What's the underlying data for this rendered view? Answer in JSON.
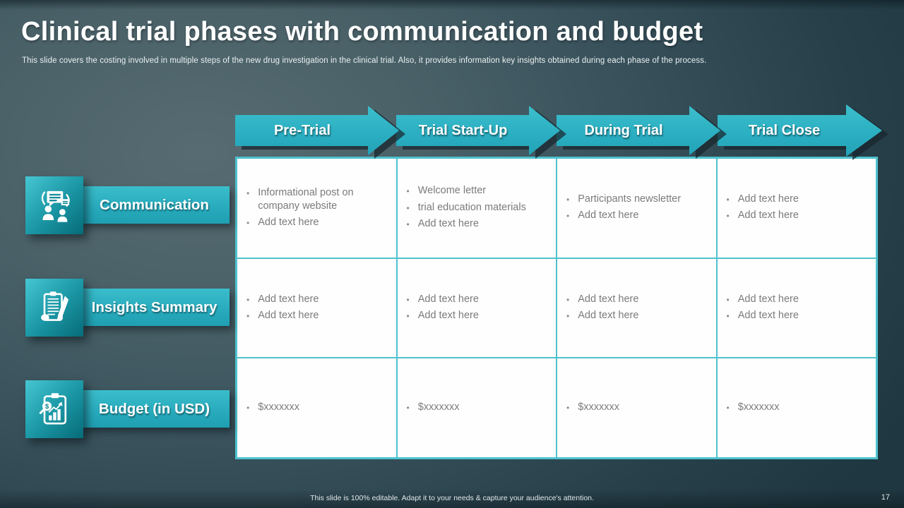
{
  "slide": {
    "title": "Clinical trial phases with communication and budget",
    "subtitle": "This slide covers the costing involved in multiple steps of the new drug investigation in the clinical trial. Also, it provides information key insights obtained during each phase of the process.",
    "footer": "This slide is 100% editable. Adapt it to your needs & capture your audience's attention.",
    "page_number": "17"
  },
  "colors": {
    "accent_teal": "#2eb2c4",
    "table_border": "#4ec2ce",
    "cell_text": "#7b7b7b",
    "background_light": "#576c72",
    "background_dark": "#1f3740"
  },
  "phases": [
    "Pre-Trial",
    "Trial Start-Up",
    "During Trial",
    "Trial Close"
  ],
  "rows": [
    {
      "label": "Communication",
      "icon": "communication-icon",
      "cells": [
        [
          "Informational post on company website",
          "Add text here"
        ],
        [
          "Welcome letter",
          "trial education materials",
          "Add text here"
        ],
        [
          "Participants newsletter",
          "Add text here"
        ],
        [
          "Add text here",
          "Add text here"
        ]
      ]
    },
    {
      "label": "Insights Summary",
      "icon": "insights-summary-icon",
      "cells": [
        [
          "Add text here",
          "Add text here"
        ],
        [
          "Add text here",
          "Add text here"
        ],
        [
          "Add text here",
          "Add text here"
        ],
        [
          "Add text here",
          "Add text here"
        ]
      ]
    },
    {
      "label": "Budget (in USD)",
      "icon": "budget-icon",
      "cells": [
        [
          "$xxxxxxx"
        ],
        [
          "$xxxxxxx"
        ],
        [
          "$xxxxxxx"
        ],
        [
          "$xxxxxxx"
        ]
      ]
    }
  ]
}
